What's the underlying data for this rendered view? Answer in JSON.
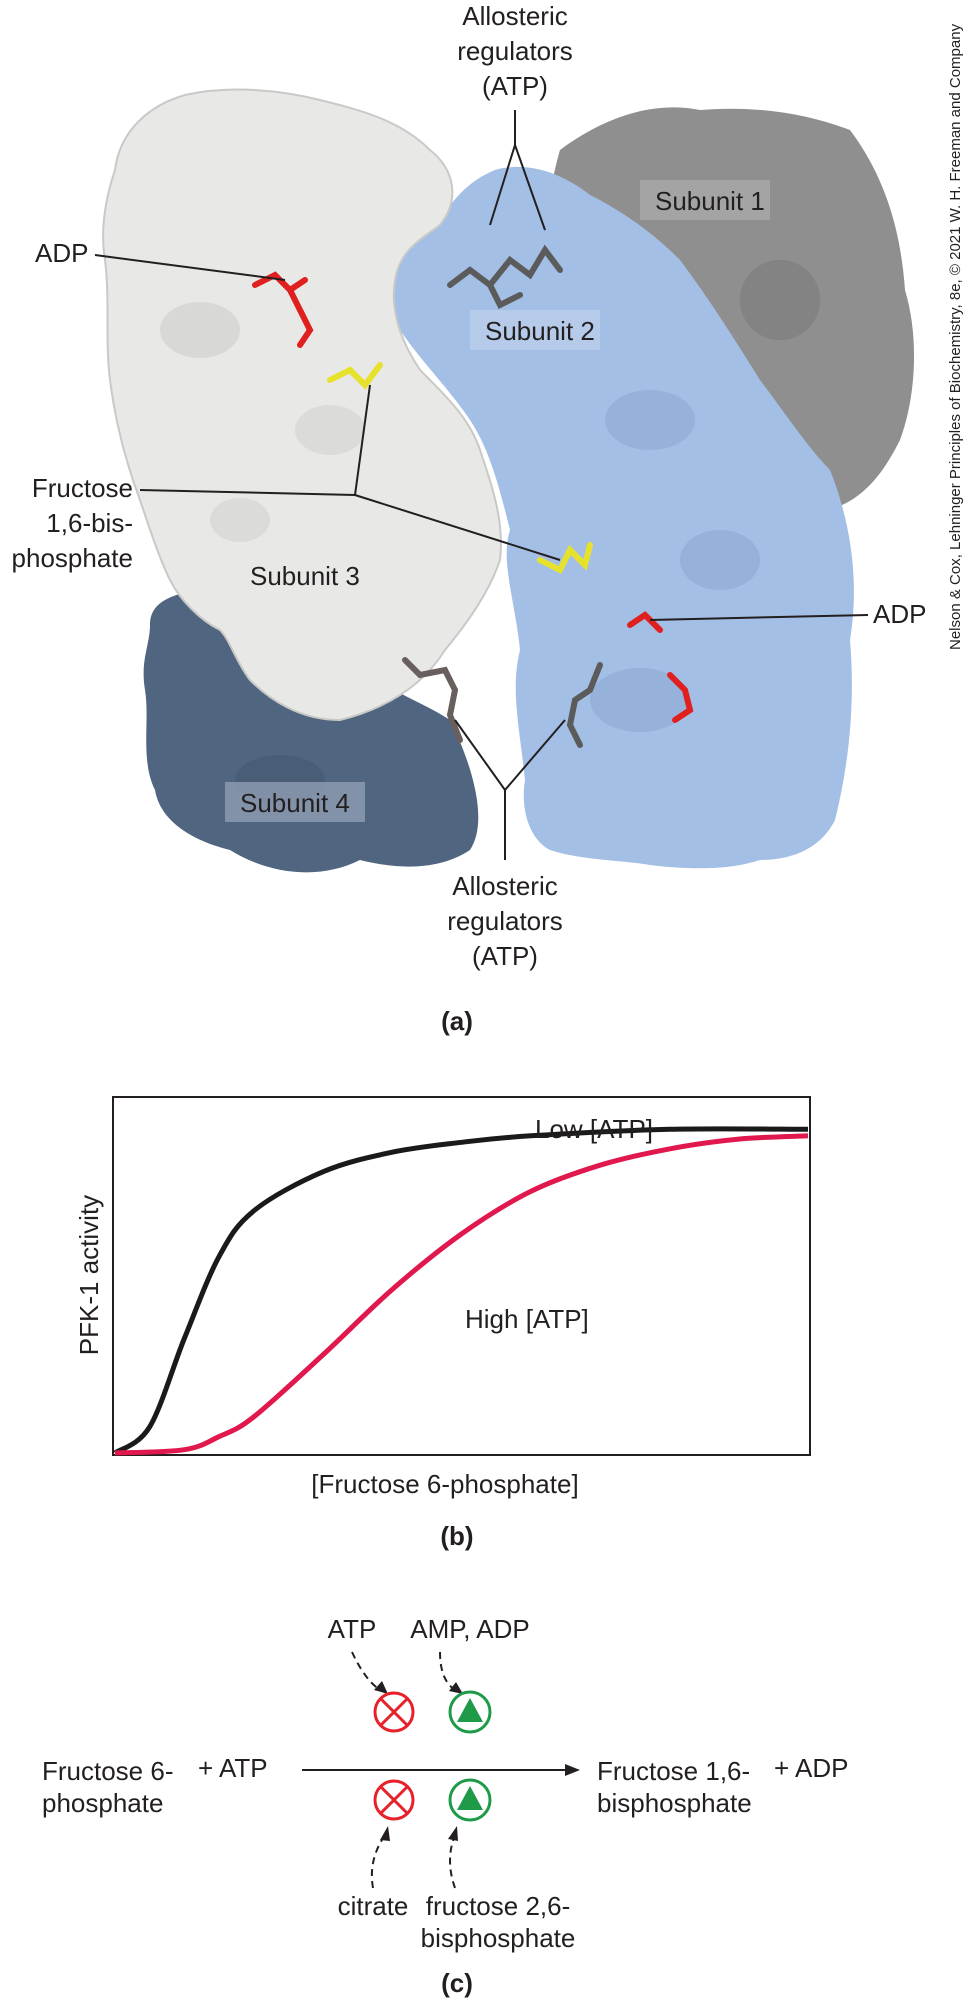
{
  "credit": "Nelson & Cox, Lehninger Principles of Biochemistry, 8e, © 2021 W. H. Freeman and Company",
  "panel_a": {
    "label": "(a)",
    "top_regulators": [
      "Allosteric",
      "regulators",
      "(ATP)"
    ],
    "bottom_regulators": [
      "Allosteric",
      "regulators",
      "(ATP)"
    ],
    "adp_left": "ADP",
    "adp_right": "ADP",
    "fbp": [
      "Fructose",
      "1,6-bis-",
      "phosphate"
    ],
    "subunit1": "Subunit 1",
    "subunit2": "Subunit 2",
    "subunit3": "Subunit 3",
    "subunit4": "Subunit 4"
  },
  "panel_b": {
    "label": "(b)",
    "ylabel": "PFK-1 activity",
    "xlabel": "[Fructose 6-phosphate]",
    "low_label": "Low [ATP]",
    "high_label": "High [ATP]"
  },
  "chart_data": {
    "type": "line",
    "title": "",
    "xlabel": "[Fructose 6-phosphate]",
    "ylabel": "PFK-1 activity",
    "x_ticks": "none",
    "y_ticks": "none",
    "xlim": [
      0,
      1
    ],
    "ylim": [
      0,
      1
    ],
    "series": [
      {
        "name": "Low [ATP]",
        "color": "#1a1a1a",
        "x": [
          0,
          0.05,
          0.1,
          0.15,
          0.2,
          0.3,
          0.4,
          0.5,
          0.6,
          0.8,
          1.0
        ],
        "y": [
          0,
          0.08,
          0.35,
          0.6,
          0.74,
          0.86,
          0.92,
          0.95,
          0.97,
          0.99,
          0.99
        ]
      },
      {
        "name": "High [ATP]",
        "color": "#e0184d",
        "x": [
          0,
          0.1,
          0.15,
          0.2,
          0.3,
          0.4,
          0.5,
          0.6,
          0.7,
          0.8,
          0.9,
          1.0
        ],
        "y": [
          0,
          0.01,
          0.05,
          0.11,
          0.3,
          0.5,
          0.67,
          0.8,
          0.88,
          0.93,
          0.96,
          0.97
        ]
      }
    ]
  },
  "panel_c": {
    "label": "(c)",
    "substrate": [
      "Fructose 6-",
      "phosphate"
    ],
    "plus_atp": "+ ATP",
    "product": [
      "Fructose 1,6-",
      "bisphosphate"
    ],
    "plus_adp": "+ ADP",
    "inhibitor_top": "ATP",
    "activator_top": "AMP, ADP",
    "inhibitor_bottom": "citrate",
    "activator_bottom": [
      "fructose 2,6-",
      "bisphosphate"
    ],
    "colors": {
      "inhibitor": "#e8202a",
      "activator": "#1f9a48"
    }
  }
}
